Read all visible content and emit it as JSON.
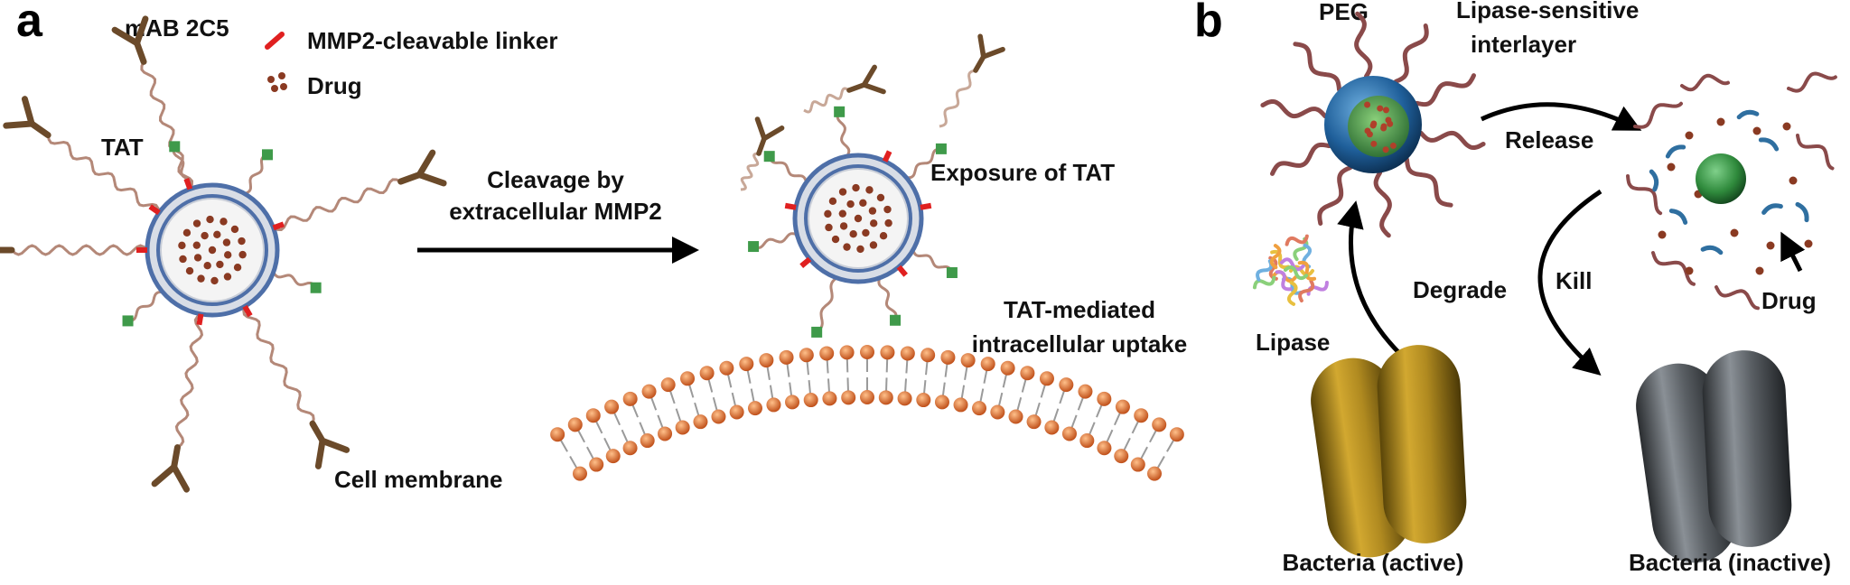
{
  "panel_a": {
    "letter": "a",
    "legend": {
      "antibody": "mAB 2C5",
      "linker": "MMP2-cleavable linker",
      "drug": "Drug"
    },
    "tat": "TAT",
    "cleavage_line1": "Cleavage by",
    "cleavage_line2": "extracellular MMP2",
    "exposure": "Exposure of TAT",
    "uptake_line1": "TAT-mediated",
    "uptake_line2": "intracellular uptake",
    "membrane": "Cell membrane"
  },
  "panel_b": {
    "letter": "b",
    "peg": "PEG",
    "interlayer_line1": "Lipase-sensitive",
    "interlayer_line2": "interlayer",
    "release": "Release",
    "degrade": "Degrade",
    "kill": "Kill",
    "lipase": "Lipase",
    "drug": "Drug",
    "bacteria_active": "Bacteria (active)",
    "bacteria_inactive": "Bacteria (inactive)"
  },
  "colors": {
    "liposome_shell": "#4e6fa8",
    "drug_dot": "#8a3a22",
    "linker": "#e02020",
    "tat": "#3f9a4a",
    "antibody": "#6b4a2a",
    "peg_chain": "#8a4a4a",
    "membrane_head": "#e07a30",
    "bacteria_active": "#b08a20",
    "bacteria_inactive": "#555a60",
    "core_green": "#2f8a3c"
  }
}
